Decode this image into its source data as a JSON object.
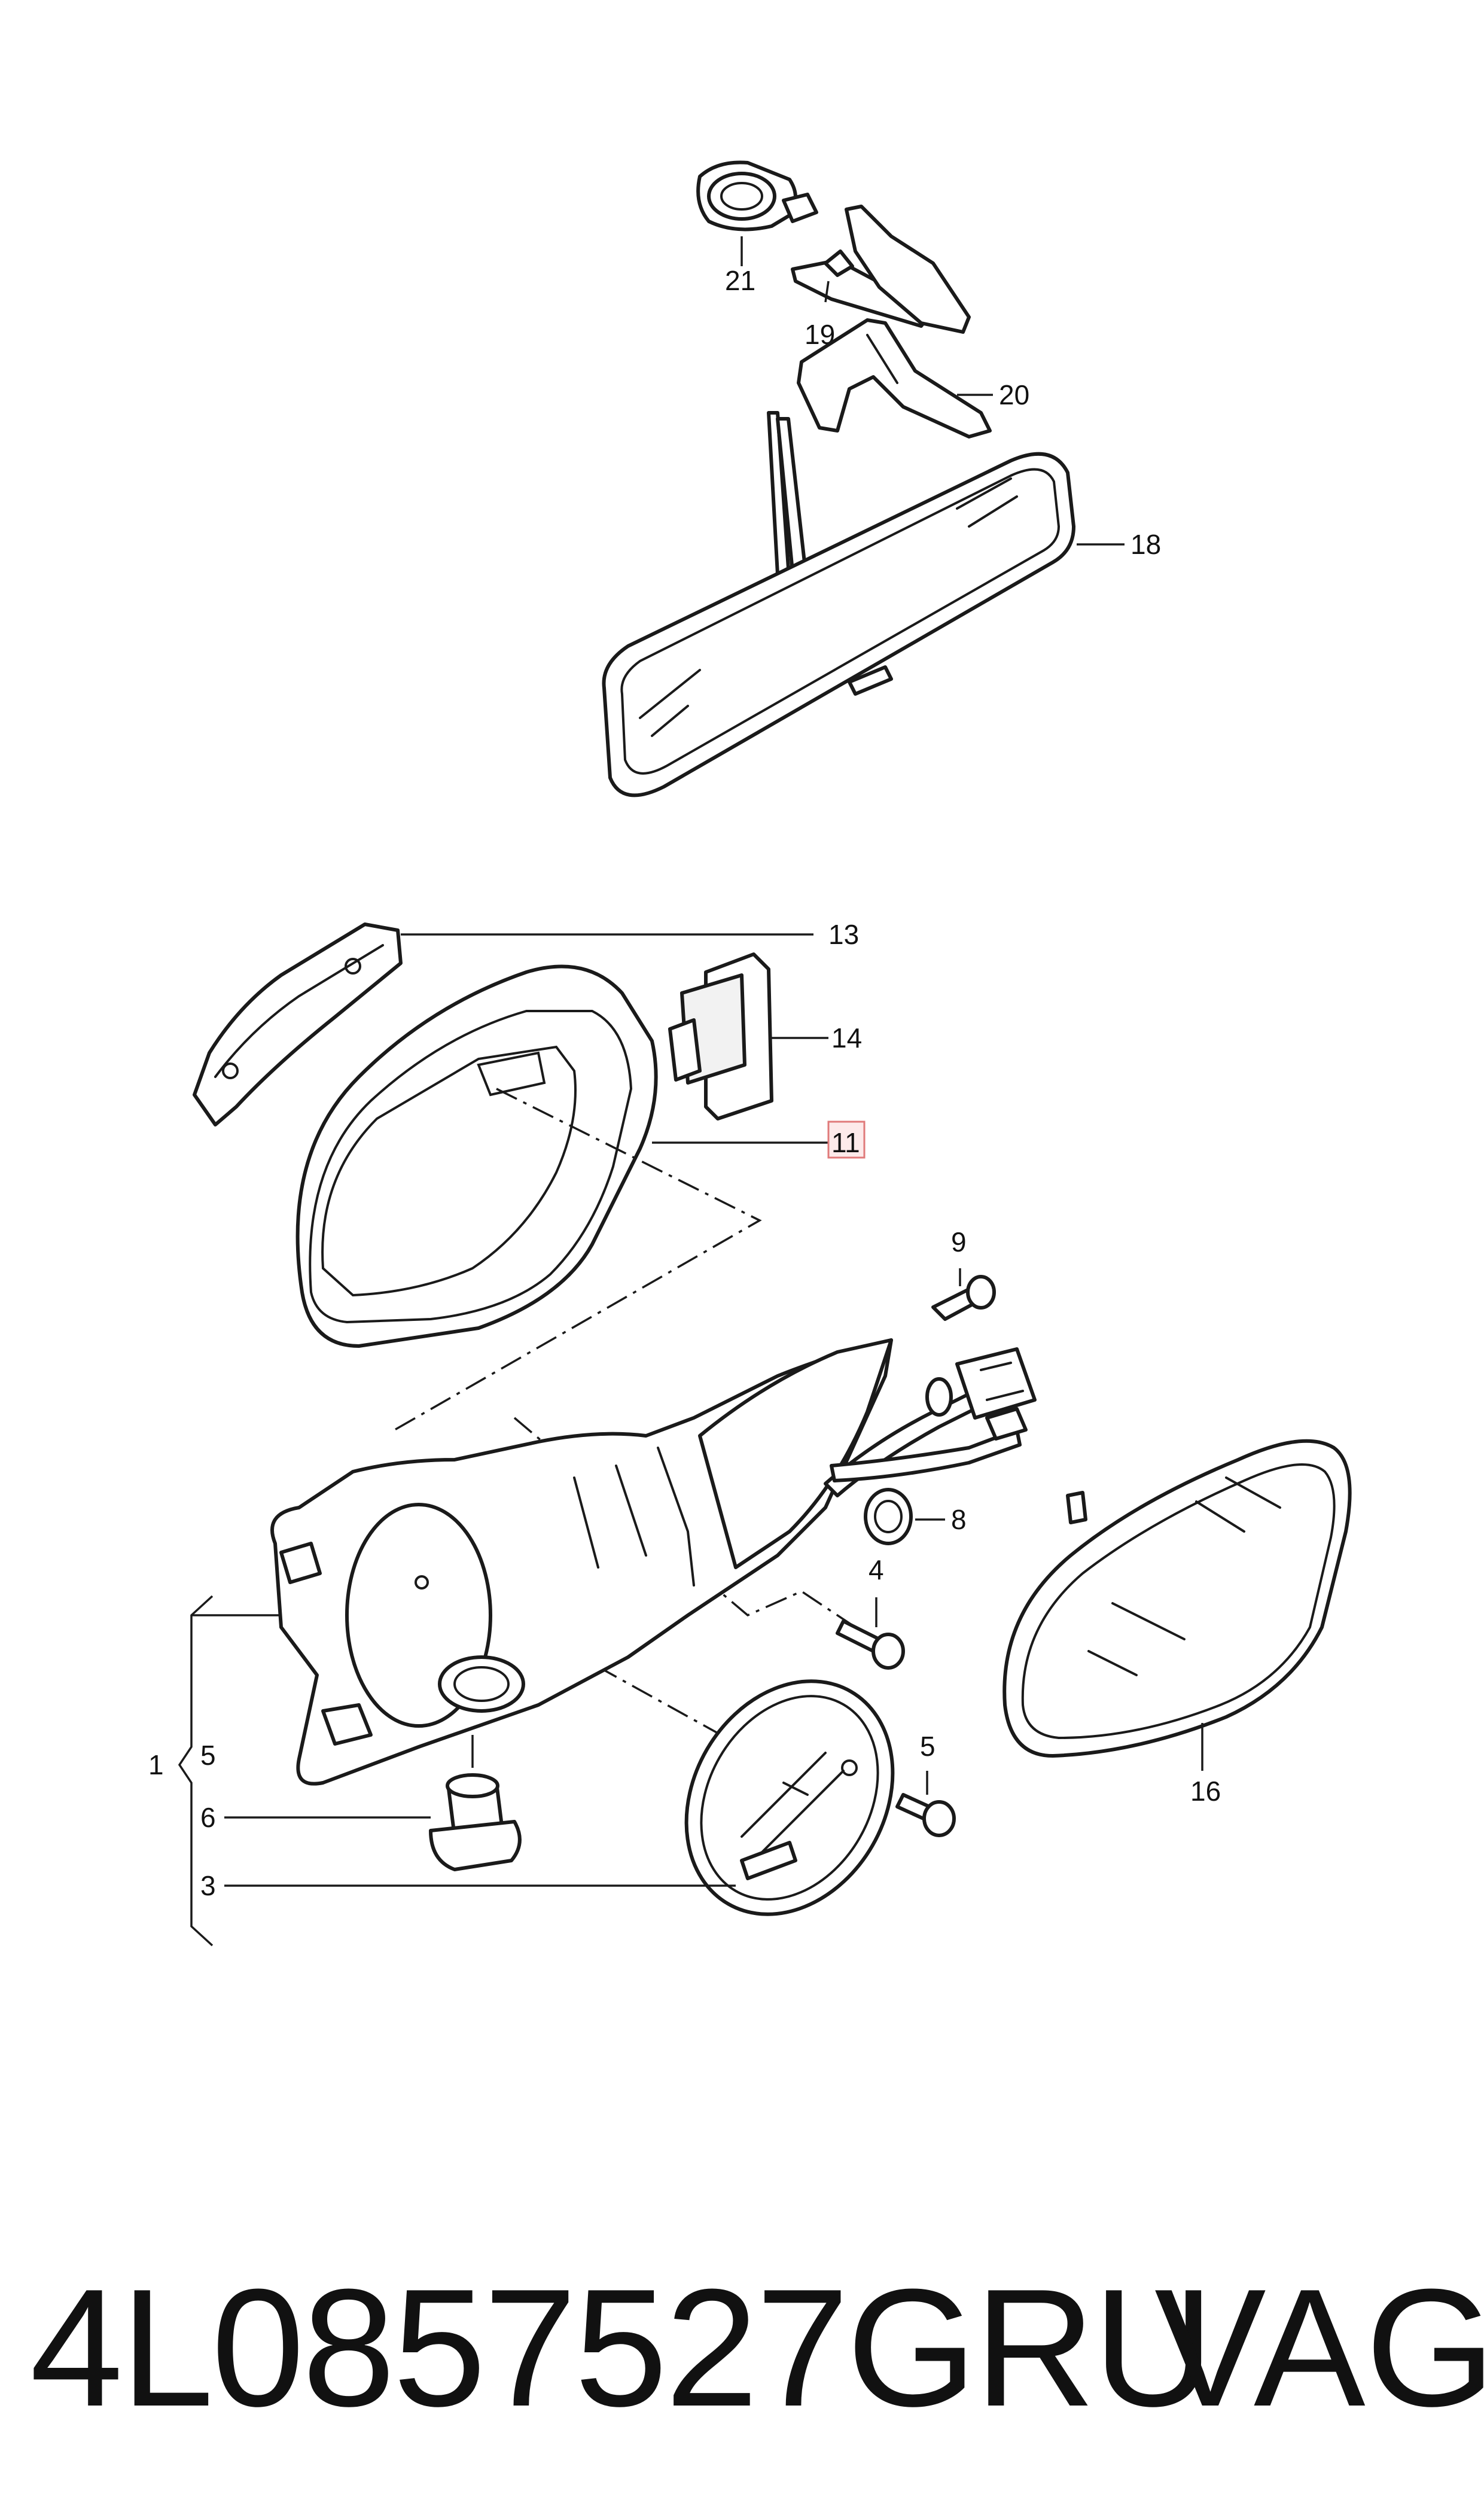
{
  "callouts": {
    "c21": "21",
    "c19": "19",
    "c20": "20",
    "c18": "18",
    "c13": "13",
    "c14": "14",
    "c11": "11",
    "c9": "9",
    "c8": "8",
    "c4": "4",
    "c5a": "5",
    "c16": "16",
    "c1": "1",
    "c5b": "5",
    "c6": "6",
    "c3": "3"
  },
  "highlighted_callout": "11",
  "highlight_color": "#e07a7a",
  "footer": {
    "part_number": "4L0857527GRU",
    "brand": "VAG"
  }
}
